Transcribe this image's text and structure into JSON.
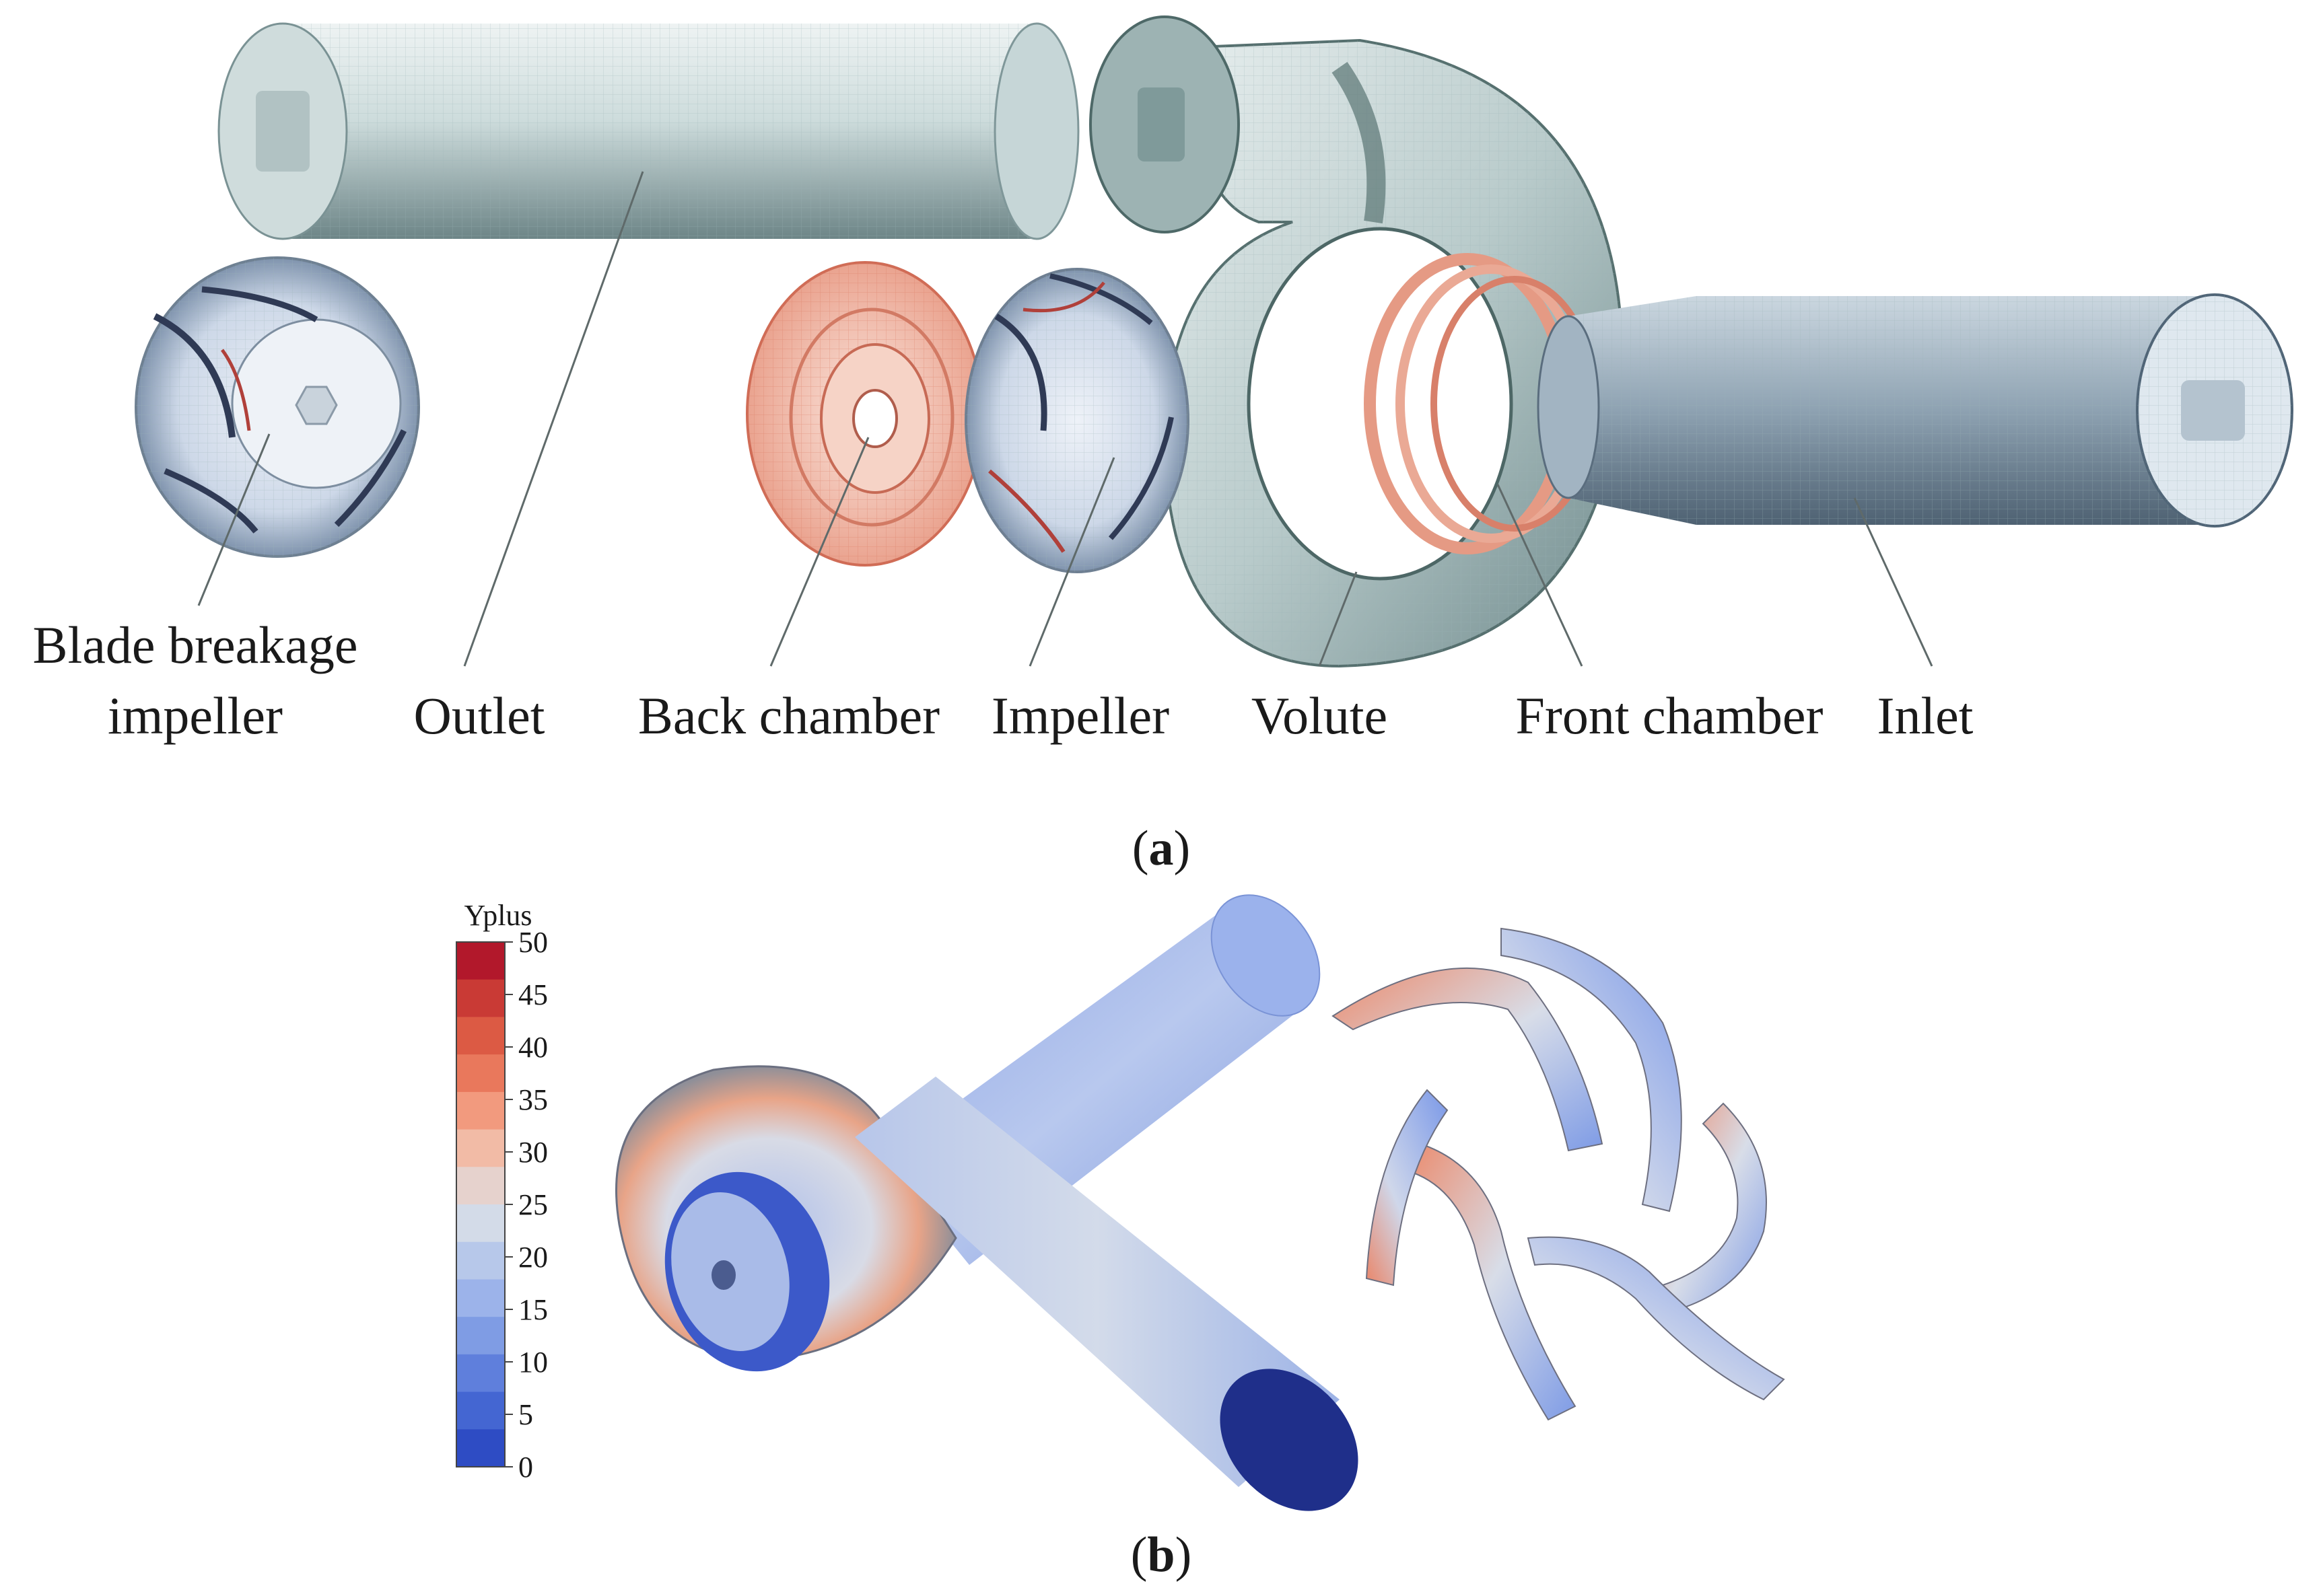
{
  "panel_a": {
    "labels": {
      "blade_breakage_line1": "Blade breakage",
      "blade_breakage_line2": "impeller",
      "outlet": "Outlet",
      "back_chamber": "Back chamber",
      "impeller": "Impeller",
      "volute": "Volute",
      "front_chamber": "Front chamber",
      "inlet": "Inlet"
    },
    "caption_open": "(",
    "caption_letter": "a",
    "caption_close": ")"
  },
  "panel_b": {
    "legend_title": "Yplus",
    "legend_ticks": [
      "50",
      "45",
      "40",
      "35",
      "30",
      "25",
      "20",
      "15",
      "10",
      "5",
      "0"
    ],
    "legend_colors": [
      "#b2182b",
      "#c93a35",
      "#dc5a44",
      "#e9785c",
      "#f29a7e",
      "#f2bba6",
      "#e6d2cd",
      "#d3dbe8",
      "#b7c8ea",
      "#9cb3ea",
      "#7f9ce4",
      "#5f7fdc",
      "#4466d2",
      "#2e4cc4"
    ],
    "caption_open": "(",
    "caption_letter": "b",
    "caption_close": ")"
  },
  "colors": {
    "mesh_body": "#c9d9da",
    "mesh_dark": "#6f8a8c",
    "chamber": "#f0b9a6",
    "inlet_dark": "#8ea1b2",
    "yplus_blue": "#9bb3ec",
    "yplus_outlet_face": "#1f2f8a"
  }
}
